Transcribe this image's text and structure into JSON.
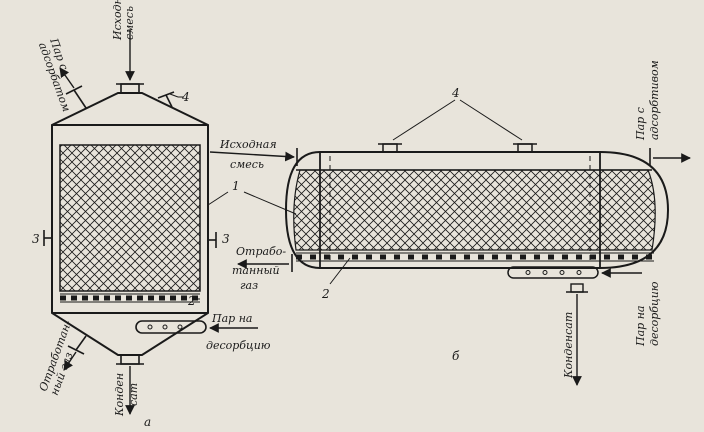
{
  "labels": {
    "a_feed": [
      "Исходная",
      "смесь"
    ],
    "a_steam_adsorbate": [
      "Пар с",
      "адсорбатом"
    ],
    "a_waste_gas": [
      "Отработан-",
      "ный газ"
    ],
    "a_condensate": [
      "Конден",
      "сат"
    ],
    "a_steam_desorb": [
      "Пар на",
      "десорбцию"
    ],
    "b_feed": [
      "Исходная",
      "смесь"
    ],
    "b_steam_adsorbate": [
      "Пар с",
      "адсорбтивом"
    ],
    "b_waste_gas": [
      "Отрабо-",
      "танный",
      "газ"
    ],
    "b_condensate": "Конденсат",
    "b_steam_desorb": [
      "Пар на",
      "десорбцию"
    ]
  },
  "callouts": {
    "n1": "1",
    "n2_a": "2",
    "n2_b": "2",
    "n3_left": "3",
    "n3_right": "3",
    "n4_a": "4",
    "n4_b": "4"
  },
  "captions": {
    "a": "а",
    "b": "б"
  },
  "colors": {
    "ink": "#1a1a1a",
    "paper": "#e8e4db"
  }
}
